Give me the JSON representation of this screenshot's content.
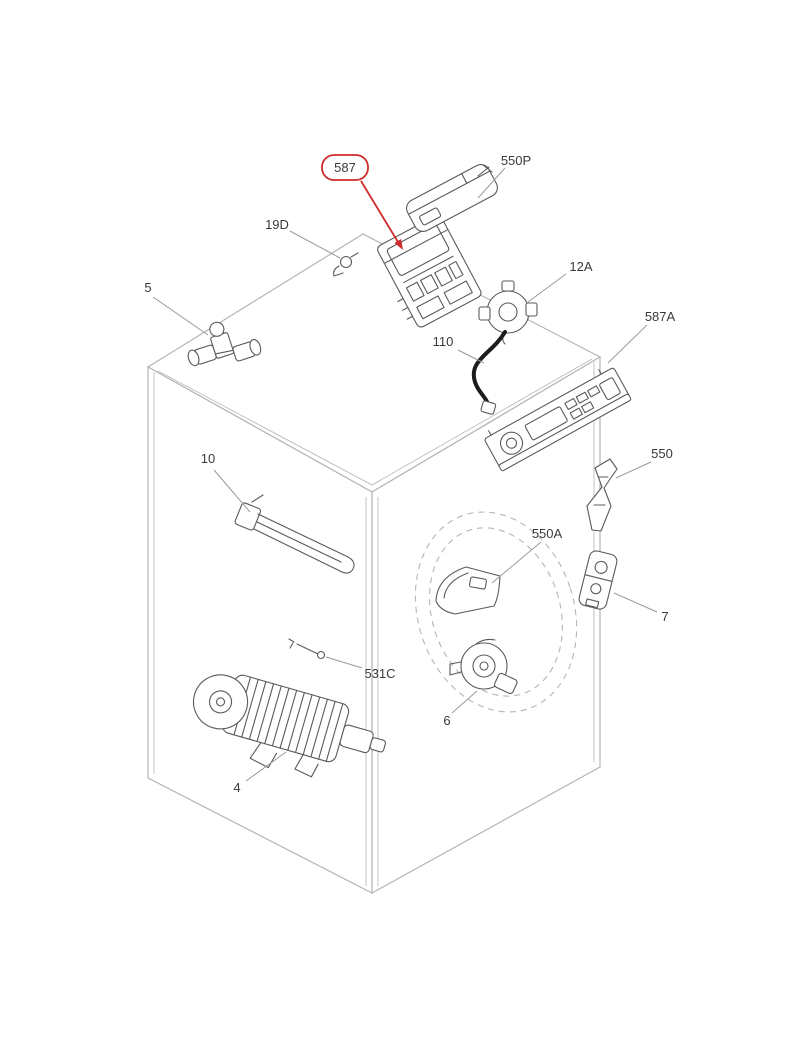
{
  "diagram_title": "Washing machine exploded parts diagram",
  "colors": {
    "highlight": "#cf2b2b",
    "cabinet-line": "#b5b5b5",
    "part-line": "#5a5a5a",
    "leader-line": "#9a9a9a",
    "label-text": "#3a3a3a"
  },
  "labels": {
    "n587": "587",
    "n550P": "550P",
    "n19D": "19D",
    "n12A": "12A",
    "n5": "5",
    "n587A": "587A",
    "n110": "110",
    "n10": "10",
    "n550": "550",
    "n550A": "550A",
    "n7": "7",
    "n531C": "531C",
    "n6": "6",
    "n4": "4"
  }
}
